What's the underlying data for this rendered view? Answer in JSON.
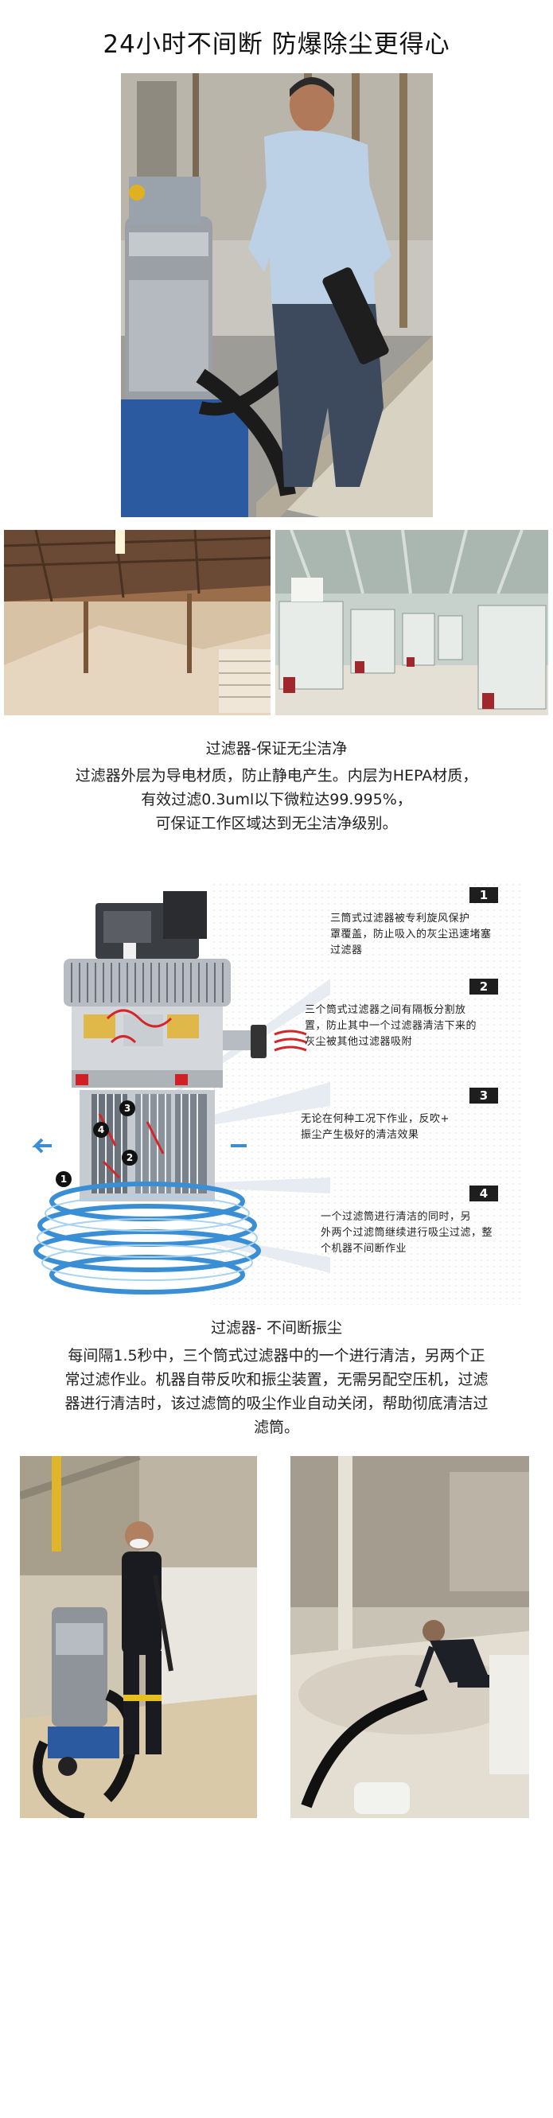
{
  "header": {
    "title": "24小时不间断 防爆除尘更得心"
  },
  "section_filter": {
    "heading": "过滤器-保证无尘洁净",
    "lines": [
      "过滤器外层为导电材质，防止静电产生。内层为HEPA材质，",
      "有效过滤0.3uml以下微粒达99.995%，",
      "可保证工作区域达到无尘洁净级别。"
    ]
  },
  "diagram": {
    "notes": [
      {
        "num": "1",
        "lines": [
          "三筒式过滤器被专利旋风保护",
          "罩覆盖，防止吸入的灰尘迅速堵塞",
          "过滤器"
        ]
      },
      {
        "num": "2",
        "lines": [
          "三个筒式过滤器之间有隔板分割放",
          "置，防止其中一个过滤器清洁下来的",
          "灰尘被其他过滤器吸附"
        ]
      },
      {
        "num": "3",
        "lines": [
          "无论在何种工况下作业，反吹+",
          "振尘产生极好的清洁效果"
        ]
      },
      {
        "num": "4",
        "lines": [
          "一个过滤筒进行清洁的同时，另",
          "外两个过滤筒继续进行吸尘过滤，整",
          "个机器不间断作业"
        ]
      }
    ],
    "callouts": [
      "1",
      "2",
      "3",
      "4"
    ]
  },
  "section_shake": {
    "heading": "过滤器- 不间断振尘",
    "lines": [
      "每间隔1.5秒中，三个筒式过滤器中的一个进行清洁，另两个正",
      "常过滤作业。机器自带反吹和振尘装置，无需另配空压机，过滤",
      "器进行清洁时，该过滤筒的吸尘作业自动关闭，帮助彻底清洁过",
      "滤筒。"
    ]
  }
}
